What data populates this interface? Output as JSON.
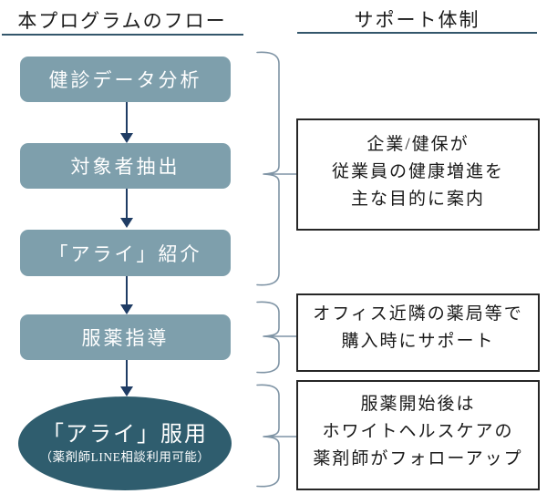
{
  "header": {
    "left_title": "本プログラムのフロー",
    "right_title": "サポート体制"
  },
  "flow": {
    "steps": [
      {
        "label": "健診データ分析"
      },
      {
        "label": "対象者抽出"
      },
      {
        "label": "「アライ」紹介"
      },
      {
        "label": "服薬指導"
      }
    ],
    "final": {
      "label": "「アライ」服用",
      "sublabel": "（薬剤師LINE相談利用可能）"
    }
  },
  "support": {
    "notes": [
      {
        "lines": [
          "企業/健保が",
          "従業員の健康増進を",
          "主な目的に案内"
        ]
      },
      {
        "lines": [
          "オフィス近隣の薬局等で",
          "購入時にサポート"
        ]
      },
      {
        "lines": [
          "服薬開始後は",
          "ホワイトヘルスケアの",
          "薬剤師がフォローアップ"
        ]
      }
    ]
  },
  "colors": {
    "step_fill": "#7E9FAC",
    "final_fill": "#2F5D6E",
    "arrow": "#1F3C64",
    "brace": "#7F94A5",
    "underline": "#33566B",
    "note_border": "#262626",
    "step_text": "#FFFFFF",
    "text": "#1A1A1A"
  }
}
